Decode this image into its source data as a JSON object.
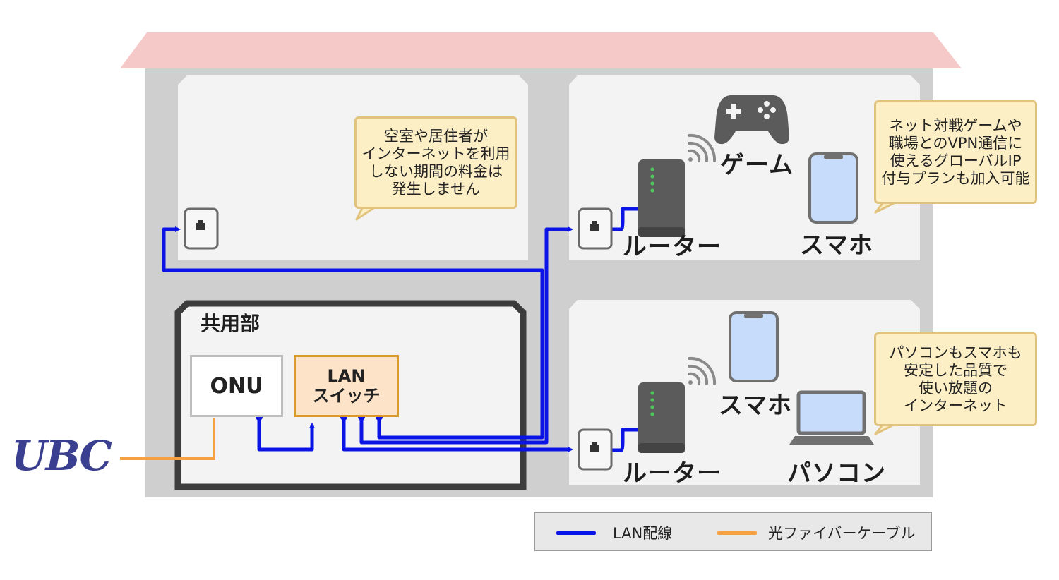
{
  "common_area": {
    "label": "共用部"
  },
  "devices": {
    "onu_label": "ONU",
    "lan_switch_label_1": "LAN",
    "lan_switch_label_2": "スイッチ",
    "router_label_top": "ルーター",
    "router_label_bottom": "ルーター",
    "game_label": "ゲーム",
    "smartphone_label_top": "スマホ",
    "smartphone_label_bottom": "スマホ",
    "pc_label": "パソコン"
  },
  "notes": {
    "vacancy": [
      "空室や居住者が",
      "インターネットを利用",
      "しない期間の料金は",
      "発生しません"
    ],
    "global_ip": [
      "ネット対戦ゲームや",
      "職場とのVPN通信に",
      "使えるグローバルIP",
      "付与プランも加入可能"
    ],
    "quality": [
      "パソコンもスマホも",
      "安定した品質で",
      "使い放題の",
      "インターネット"
    ]
  },
  "provider_logo": "UBC",
  "legend": {
    "lan_label": "LAN配線",
    "fiber_label": "光ファイバーケーブル"
  },
  "colors": {
    "lan_cable": "#0a14e6",
    "fiber_cable": "#f5a142",
    "roof": "#f6c9c9",
    "house_wall": "#cfcfcf",
    "room": "#f3f3f3",
    "note_bg": "#fcefc6",
    "note_border": "#e2c37e",
    "onu_border": "#bdbdbd",
    "switch_bg": "#fde3c8",
    "switch_border": "#d99a2b",
    "device_dark": "#5b5b5b",
    "led_green": "#4cc65a",
    "phone_screen": "#c7dcfb",
    "phone_frame": "#707070"
  },
  "icons": [
    "router-icon",
    "wifi-icon",
    "gamepad-icon",
    "smartphone-icon",
    "laptop-icon",
    "lan-port-icon"
  ]
}
